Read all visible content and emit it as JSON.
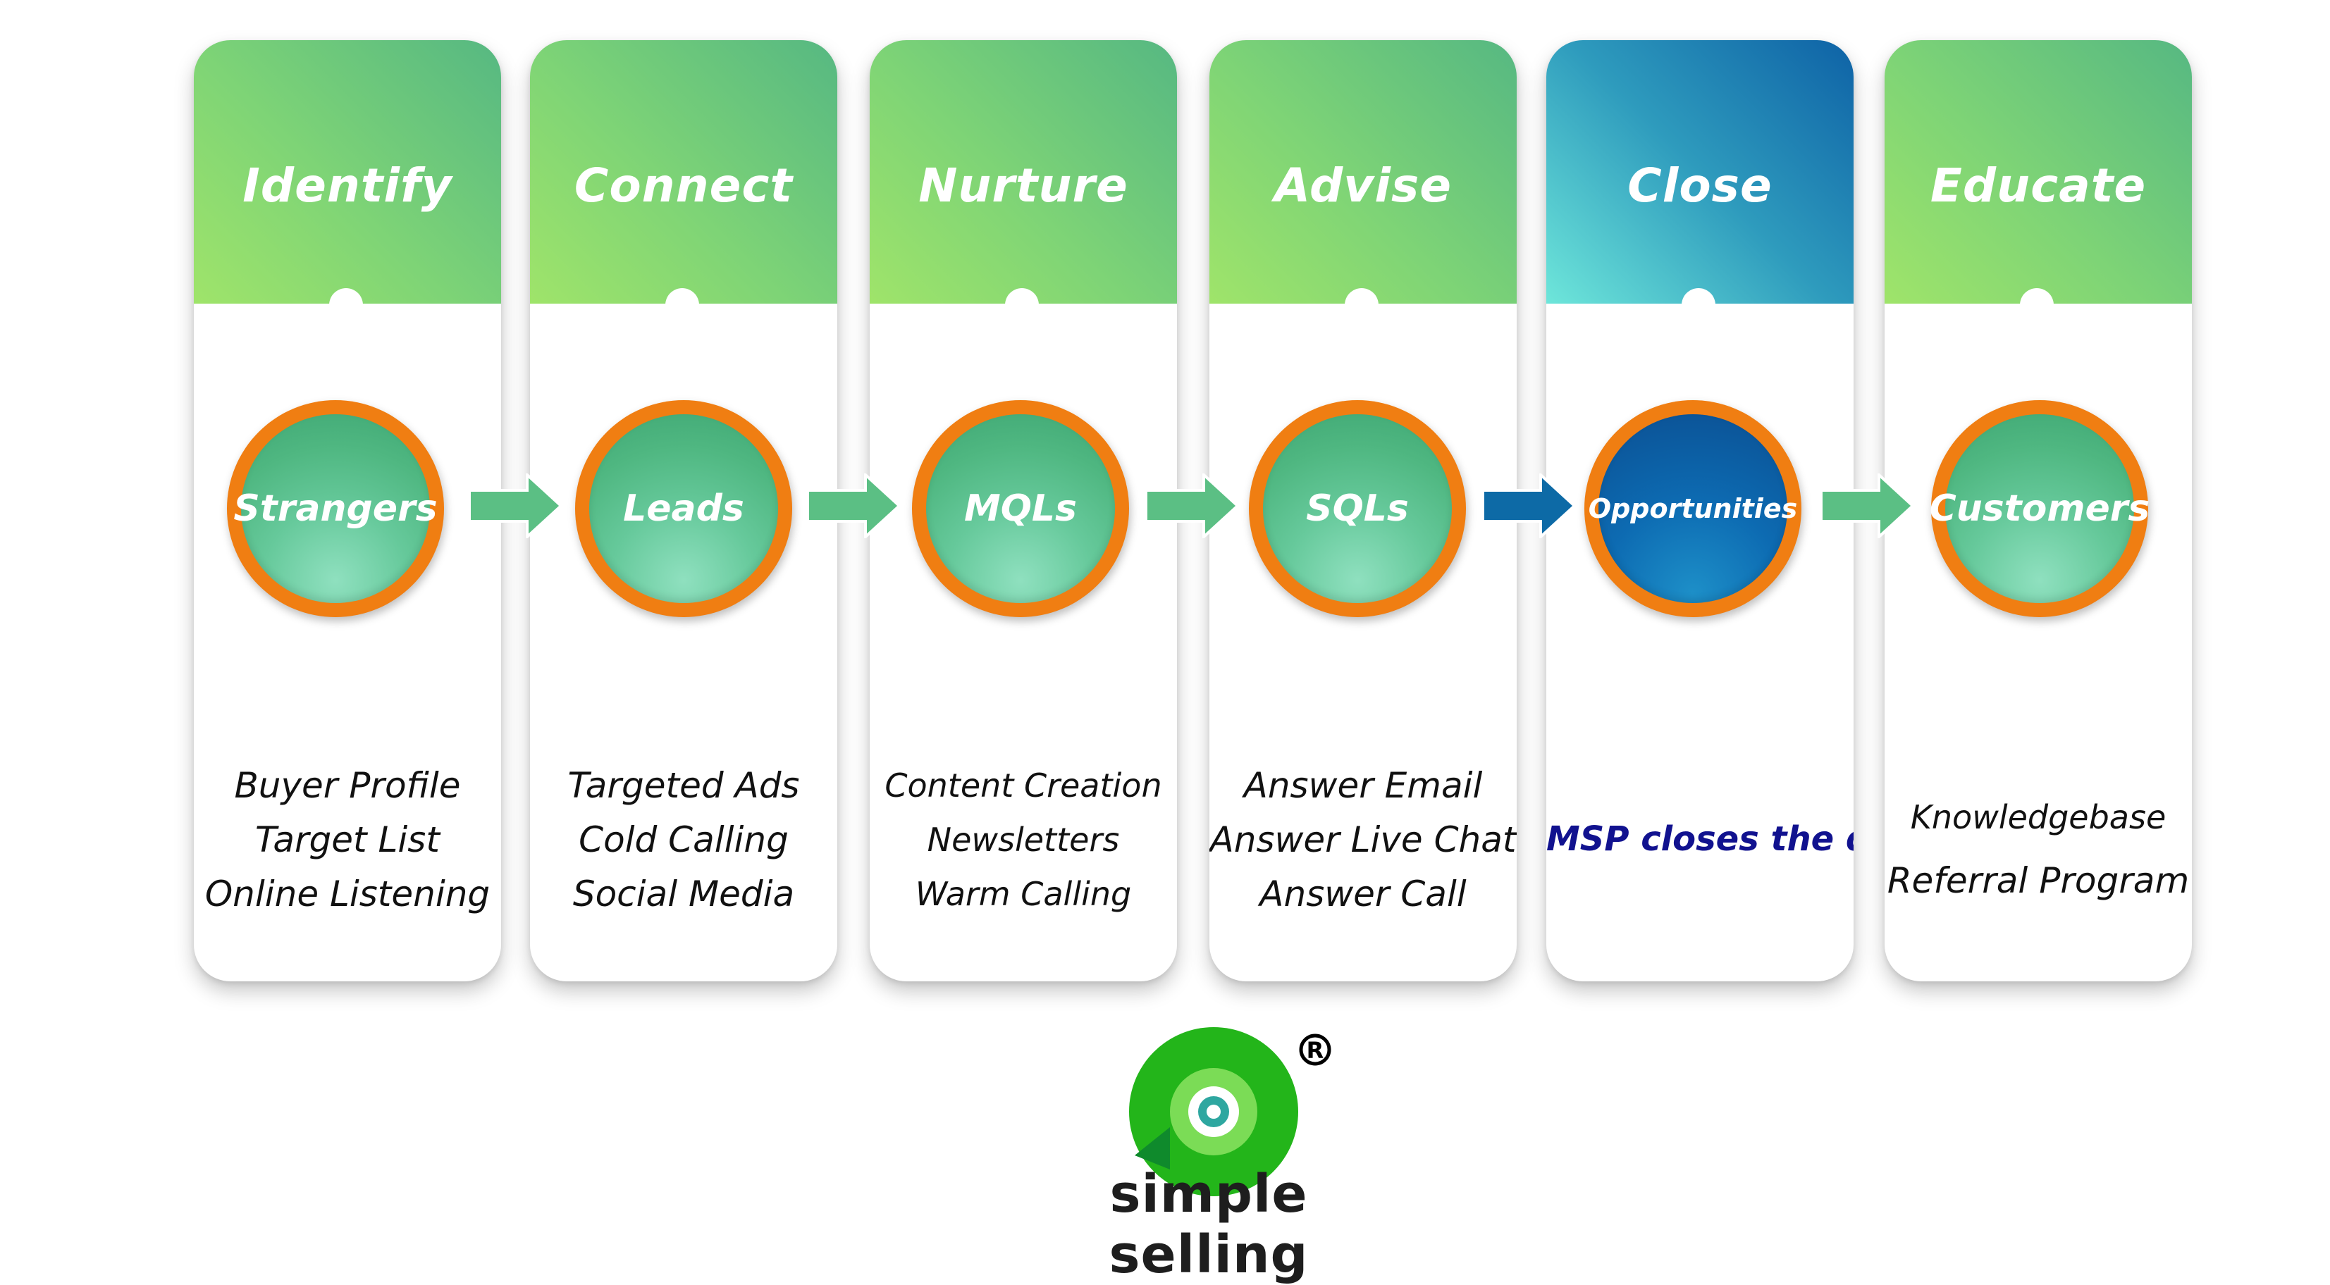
{
  "stages": [
    {
      "title": "Identify",
      "node": "Strangers",
      "tasks": [
        "Buyer Profile",
        "Target List",
        "Online Listening"
      ]
    },
    {
      "title": "Connect",
      "node": "Leads",
      "tasks": [
        "Targeted Ads",
        "Cold Calling",
        "Social Media"
      ]
    },
    {
      "title": "Nurture",
      "node": "MQLs",
      "tasks": [
        "Content Creation",
        "Newsletters",
        "Warm Calling"
      ]
    },
    {
      "title": "Advise",
      "node": "SQLs",
      "tasks": [
        "Answer Email",
        "Answer Live Chat",
        "Answer Call"
      ]
    },
    {
      "title": "Close",
      "node": "Opportunities",
      "tasks": [
        "MSP closes the deal"
      ]
    },
    {
      "title": "Educate",
      "node": "Customers",
      "tasks": [
        "Knowledgebase",
        "Referral Program"
      ]
    }
  ],
  "logo": {
    "text": "simple selling",
    "registered": "®"
  },
  "colors": {
    "green_header": "#7ed476",
    "blue_header": "#0e62a6",
    "node_ring": "#f07e12",
    "node_fill_green": "#4fb781",
    "node_fill_blue": "#0b4f92",
    "arrow_green": "#5bbf84",
    "arrow_blue": "#0d6aa6",
    "close_note_text": "#11128f",
    "logo_green": "#23b51a"
  }
}
